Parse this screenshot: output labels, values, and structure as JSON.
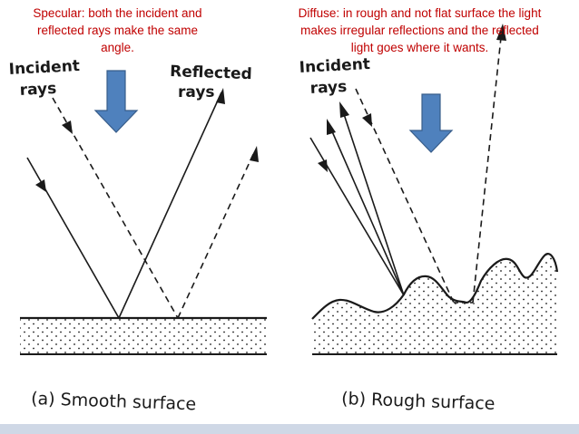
{
  "notes": {
    "specular": "Specular: both the incident and reflected rays make the same angle.",
    "diffuse": "Diffuse: in rough and not flat surface the light makes irregular reflections and the reflected light goes where it wants."
  },
  "panel_a": {
    "incident_label_1": "Incident",
    "incident_label_2": "rays",
    "reflected_label_1": "Reflected",
    "reflected_label_2": "rays",
    "caption": "(a) Smooth surface"
  },
  "panel_b": {
    "incident_label_1": "Incident",
    "incident_label_2": "rays",
    "caption": "(b) Rough surface"
  },
  "colors": {
    "note_text": "#c00000",
    "arrow_fill": "#4f81bd",
    "arrow_stroke": "#385d8a",
    "line": "#1a1a1a",
    "bottom_strip": "#cfd8e6"
  },
  "icons": [
    "down-arrow-icon",
    "down-arrow-icon"
  ]
}
